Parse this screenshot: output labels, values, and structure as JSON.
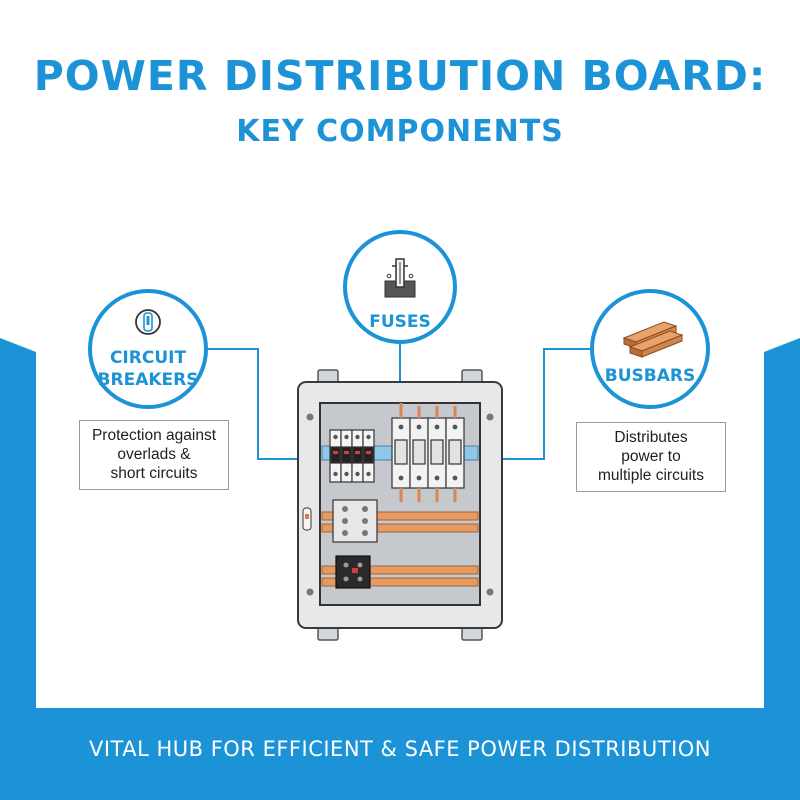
{
  "header": {
    "title": "POWER DISTRIBUTION BOARD:",
    "subtitle": "KEY COMPONENTS"
  },
  "callouts": {
    "breakers": {
      "label_line1": "CIRCUIT",
      "label_line2": "BREAKERS",
      "desc_line1": "Protection against",
      "desc_line2": "overlads &",
      "desc_line3": "short circuits",
      "icon": "breaker-switch-icon"
    },
    "fuses": {
      "label": "FUSES",
      "icon": "fuse-icon"
    },
    "busbars": {
      "label": "BUSBARS",
      "desc_line1": "Distributes",
      "desc_line2": "power to",
      "desc_line3": "multiple circuits",
      "icon": "copper-bars-icon"
    }
  },
  "footer": {
    "banner": "VITAL HUB FOR EFFICIENT & SAFE POWER DISTRIBUTION"
  },
  "colors": {
    "accent": "#1c93d6",
    "copper": "#e59a62",
    "cabinet": "#e6e8ea",
    "panel": "#c5c9cd"
  }
}
